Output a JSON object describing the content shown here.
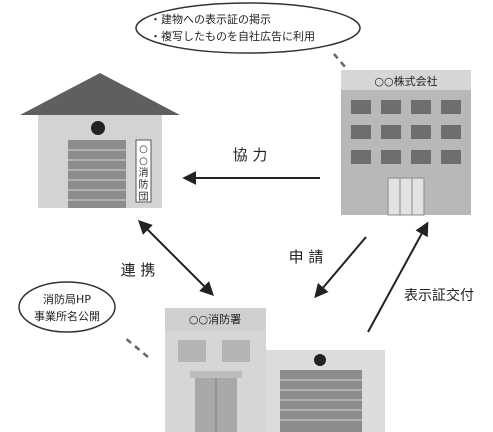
{
  "bubble_top": {
    "lines": [
      "・建物への表示証の掲示",
      "・複写したものを自社広告に利用"
    ]
  },
  "bubble_left": {
    "lines": [
      "消防局HP",
      "事業所名公開"
    ]
  },
  "company": {
    "sign": "○○株式会社"
  },
  "fire_brigade": {
    "sign_chars": [
      "○",
      "○",
      "消",
      "防",
      "団"
    ]
  },
  "fire_station": {
    "sign": "○○消防署"
  },
  "labels": {
    "kyoryoku": "協 力",
    "renkei": "連 携",
    "shinsei": "申 請",
    "hyojisho_kofu": "表示証交付"
  },
  "colors": {
    "building_gray": "#b8b8b8",
    "building_light": "#d6d6d6",
    "window_dark": "#6e6e6e",
    "roof": "#5f5f5f",
    "stroke": "#222222"
  }
}
